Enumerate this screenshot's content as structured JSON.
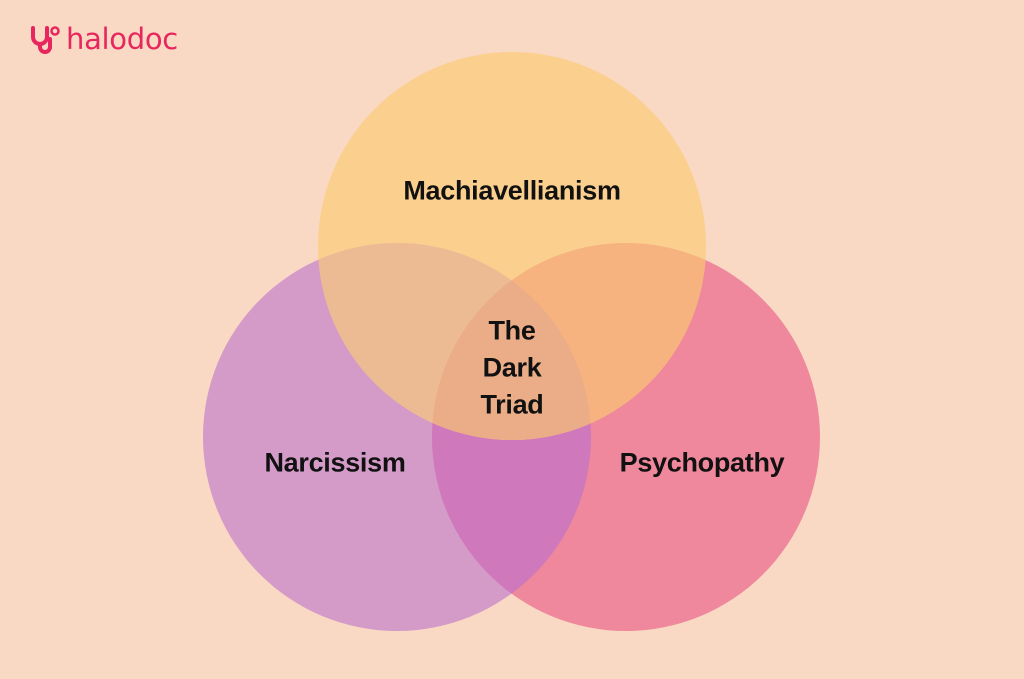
{
  "brand": {
    "name": "halodoc",
    "color": "#e8265e"
  },
  "diagram": {
    "type": "venn",
    "title": "The Dark Triad",
    "sets": [
      {
        "label": "Machiavellianism",
        "color": "#fcd38f"
      },
      {
        "label": "Narcissism",
        "color": "#d49ac8"
      },
      {
        "label": "Psychopathy",
        "color": "#ef889c"
      }
    ],
    "intersection": {
      "line1": "The",
      "line2": "Dark",
      "line3": "Triad"
    },
    "background": "#f9d9c3"
  }
}
